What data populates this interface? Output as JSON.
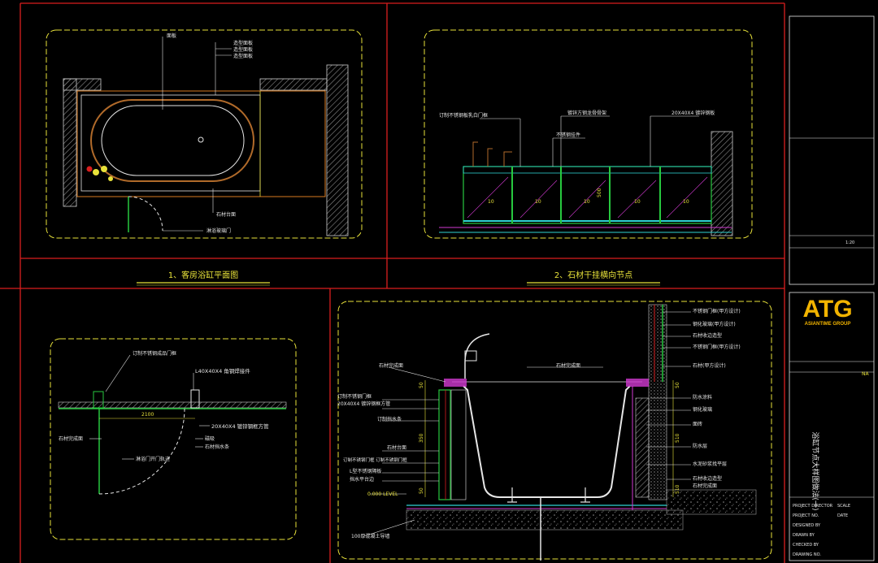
{
  "drawing": {
    "titles": {
      "plan": "1、客房浴缸平面图",
      "stone_node": "2、石材干挂横向节点"
    },
    "plan_labels": [
      "面板",
      "造型面板",
      "造型面板",
      "造型面板",
      "石材台面",
      "淋浴玻璃门"
    ],
    "stone_labels": [
      "订制不锈钢板乳白门框",
      "镀锌方钢龙骨骨架",
      "20X40X4 镀锌钢板",
      "不锈钢挂件"
    ],
    "stone_dims": [
      "10",
      "10",
      "10",
      "10",
      "10",
      "500"
    ],
    "detail3_labels": [
      "订制不锈钢成品门框",
      "L40X40X4 角钢焊接件",
      "石材完成面",
      "20X40X4 镀锌钢框方管",
      "磁吸",
      "石材挡水条",
      "淋浴门开门轨迹"
    ],
    "detail3_dim": "2100",
    "section_labels_left": [
      "石材完成面",
      "订制不锈钢门框",
      "20X40X4 镀锌钢框方管",
      "订制挡水条",
      "石材台面",
      "订制不锈钢门框 订制不锈钢门框",
      "L型不锈钢隔板",
      "挡水平台边",
      "0.000 LEVEL",
      "100厚混凝土导墙"
    ],
    "section_labels_top": [
      "石材完成面"
    ],
    "section_labels_right": [
      "不锈钢门框(甲方设计)",
      "钢化玻璃(甲方设计)",
      "石材收边造型",
      "不锈钢门框(甲方设计)",
      "石材(甲方设计)",
      "防水涂料",
      "钢化玻璃",
      "面砖",
      "防水层",
      "水泥砂浆找平层",
      "石材收边造型",
      "石材完成面"
    ],
    "section_dims": [
      "50",
      "350",
      "50",
      "510",
      "50",
      "510"
    ]
  },
  "title_block": {
    "project_code": "ATG",
    "logo": "ATG",
    "logo_sub": "ASIANTIME GROUP",
    "drawing_title": "浴缸节点大样图做法(一)",
    "fields": [
      "PROJECT DIRECTOR",
      "PROJECT NO.",
      "DESIGNED BY",
      "DRAWN BY",
      "CHECKED BY",
      "DRAWING NO.",
      "SCALE",
      "DATE"
    ],
    "small_codes": [
      "NA",
      "1:20"
    ]
  },
  "colors": {
    "frame": "#d91e1e",
    "yellow": "#e8e23a",
    "green": "#27c93f",
    "white": "#e6e6e6",
    "cyan": "#2fd4d4",
    "magenta": "#d23ad2",
    "hatch": "#7a7a7a",
    "orange": "#f2b400",
    "brown": "#b06a2a"
  }
}
